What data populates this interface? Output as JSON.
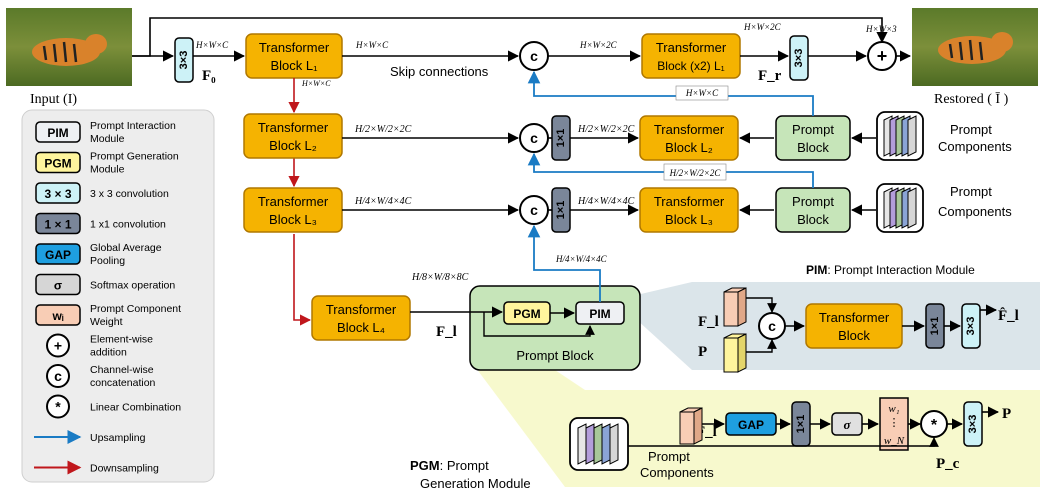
{
  "colors": {
    "transformer": "#f5b301",
    "transformer_border": "#b07800",
    "conv3": "#cdf2f7",
    "conv1": "#7a8699",
    "prompt_block": "#c6e5b9",
    "gap": "#1e9fe0",
    "weight": "#f8cdb5",
    "upsample": "#1a7bc4",
    "downsample": "#c0171c",
    "legend_bg": "#ededed",
    "pim_panel": "#dbe5ea",
    "pgm_panel": "#f6f8c8"
  },
  "images": {
    "input_label": "Input (I)",
    "output_label": "Restored ( Ī )"
  },
  "legend": [
    {
      "badge": "PIM",
      "text": "Prompt Interaction Module",
      "style": "pim"
    },
    {
      "badge": "PGM",
      "text": "Prompt Generation Module",
      "style": "pgm"
    },
    {
      "badge": "3 × 3",
      "text": "3 x 3 convolution",
      "style": "conv3"
    },
    {
      "badge": "1 × 1",
      "text": "1 x1 convolution",
      "style": "conv1"
    },
    {
      "badge": "GAP",
      "text": "Global Average Pooling",
      "style": "gap"
    },
    {
      "badge": "σ",
      "text": "Softmax operation",
      "style": "sigma"
    },
    {
      "badge": "wᵢ",
      "text": "Prompt Component Weight",
      "style": "weight"
    },
    {
      "badge": "+",
      "text": "Element-wise addition",
      "style": "circle"
    },
    {
      "badge": "c",
      "text": "Channel-wise concatenation",
      "style": "circle"
    },
    {
      "badge": "*",
      "text": "Linear Combination",
      "style": "circle"
    },
    {
      "badge": "",
      "text": "Upsampling",
      "style": "arrow-up"
    },
    {
      "badge": "",
      "text": "Downsampling",
      "style": "arrow-down"
    }
  ],
  "blocks": {
    "tb1_line1": "Transformer",
    "tb1_line2": "Block  L₁",
    "tb2_line1": "Transformer",
    "tb2_line2": "Block  L₂",
    "tb3_line1": "Transformer",
    "tb3_line2": "Block  L₃",
    "tb4_line1": "Transformer",
    "tb4_line2": "Block  L₄",
    "tbr_line1": "Transformer",
    "tbr_line2": "Block (x2) L₁",
    "tbd2_line1": "Transformer",
    "tbd2_line2": "Block  L₂",
    "tbd3_line1": "Transformer",
    "tbd3_line2": "Block  L₃",
    "prompt_block_line1": "Prompt",
    "prompt_block_line2": "Block",
    "prompt_block_main": "Prompt Block",
    "pgm": "PGM",
    "pim": "PIM",
    "conv3": "3×3",
    "conv1": "1×1",
    "concat": "c",
    "add": "+",
    "star": "*",
    "gap": "GAP",
    "sigma": "σ",
    "w1": "w₁",
    "wdots": "⋮",
    "wN": "w_N",
    "transformer_pim_line1": "Transformer",
    "transformer_pim_line2": "Block"
  },
  "labels": {
    "F0": "F₀",
    "Fr": "F_r",
    "Fl": "F_l",
    "Fl_hat": "F̂_l",
    "P": "P",
    "Pc": "P_c",
    "skip": "Skip connections",
    "hwc_1": "H×W×C",
    "hwc_2": "H×W×C",
    "hwc_3": "H×W×C",
    "hwc_4": "H×W×C",
    "hw2c_1": "H×W×2C",
    "hw2c_2": "H×W×2C",
    "hw3": "H×W×3",
    "l2_dim": "H/2×W/2×2C",
    "l2_dim_b": "H/2×W/2×2C",
    "l2_dim_c": "H/2×W/2×2C",
    "l3_dim": "H/4×W/4×4C",
    "l3_dim_b": "H/4×W/4×4C",
    "l3_dim_c": "H/4×W/4×4C",
    "l4_dim": "H/8×W/8×8C",
    "prompt_components": "Prompt Components",
    "prompt_components_2": "Prompt Components",
    "prompt_components_3": "Prompt Components",
    "pim_title_bold": "PIM",
    "pim_title_rest": ": Prompt Interaction Module",
    "pgm_title_bold": "PGM",
    "pgm_title_rest": ": Prompt",
    "pgm_title_line2": "Generation Module"
  }
}
